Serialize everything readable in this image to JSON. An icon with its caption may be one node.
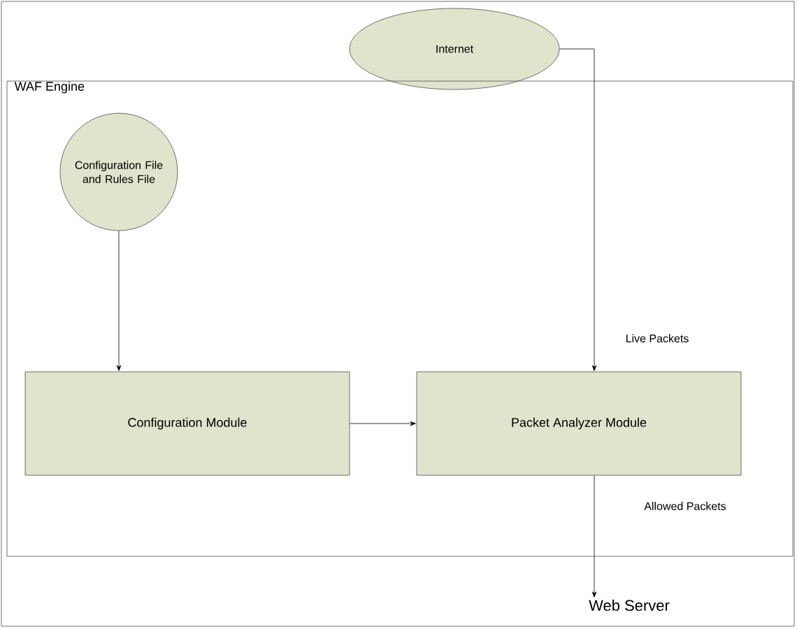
{
  "diagram": {
    "nodes": [
      {
        "text": [
          "Internet"
        ]
      },
      {
        "text": [
          "WAF Engine"
        ]
      },
      {
        "text": [
          "Configuration File and Rules File"
        ],
        "in": 1
      },
      {
        "text": [
          "Configuration Module"
        ],
        "in": 1
      },
      {
        "text": [
          "Packet Analyzer Module"
        ],
        "in": 1
      },
      {
        "text": [
          "Web Server"
        ]
      }
    ],
    "edges": [
      {
        "from": 0,
        "to": 4,
        "arrow": "to",
        "label": "Live Packets"
      },
      {
        "from": 2,
        "to": 3,
        "arrow": "to"
      },
      {
        "from": 3,
        "to": 4,
        "arrow": "to"
      },
      {
        "from": 4,
        "to": 5,
        "arrow": "to",
        "label": "Allowed Packets"
      }
    ]
  }
}
